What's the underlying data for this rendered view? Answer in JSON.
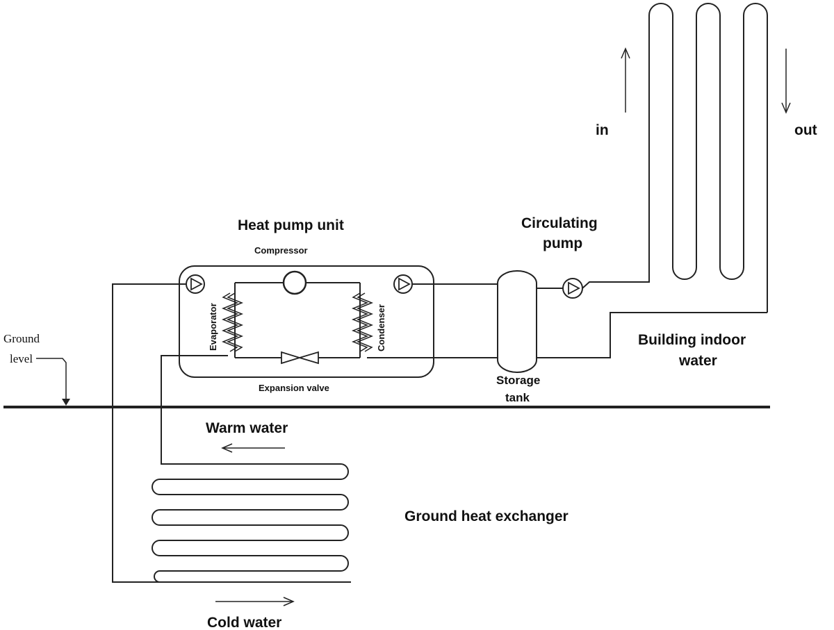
{
  "labels": {
    "heat_pump_unit": "Heat pump unit",
    "compressor": "Compressor",
    "evaporator": "Evaporator",
    "condenser": "Condenser",
    "expansion_valve": "Expansion valve",
    "circulating_pump_line1": "Circulating",
    "circulating_pump_line2": "pump",
    "storage_tank_line1": "Storage",
    "storage_tank_line2": "tank",
    "building_line1": "Building indoor",
    "building_line2": "water",
    "in": "in",
    "out": "out",
    "ground_level_line1": "Ground",
    "ground_level_line2": "level",
    "warm_water": "Warm water",
    "cold_water": "Cold water",
    "ground_heat_exchanger": "Ground heat exchanger"
  },
  "colors": {
    "line": "#222222",
    "text": "#111111",
    "background": "#ffffff"
  }
}
